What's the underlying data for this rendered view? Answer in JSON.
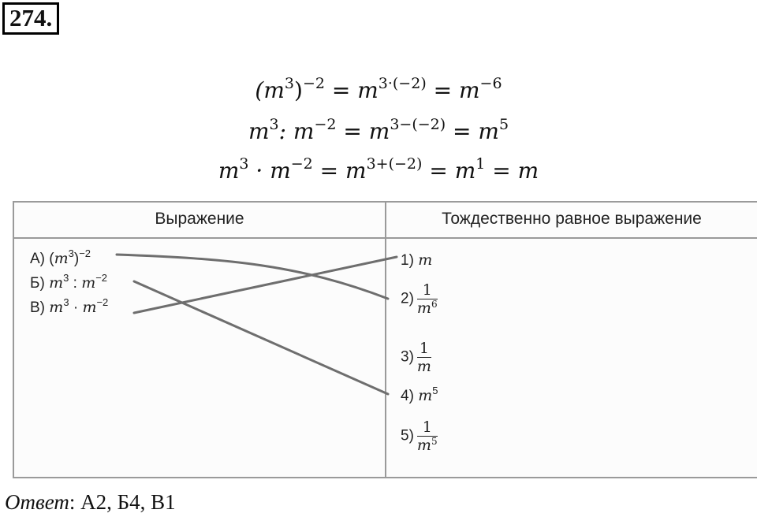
{
  "problem": {
    "number": "274."
  },
  "formulas": {
    "line1": {
      "lhs_base": "(m",
      "lhs_exp_inner": "3",
      "lhs_close": ")",
      "lhs_exp": "−2",
      "eq1": " = m",
      "mid_exp": "3·(−2)",
      "eq2": " = m",
      "rhs_exp": "−6"
    },
    "line2": {
      "a": "m",
      "a_exp": "3",
      "op": ": m",
      "b_exp": "−2",
      "eq1": " = m",
      "mid_exp": "3−(−2)",
      "eq2": " = m",
      "rhs_exp": "5"
    },
    "line3": {
      "a": "m",
      "a_exp": "3",
      "op": " · m",
      "b_exp": "−2",
      "eq1": " = m",
      "mid_exp": "3+(−2)",
      "eq2": " = m",
      "one_exp": "1",
      "eq3": " = m"
    }
  },
  "table": {
    "header_left": "Выражение",
    "header_right": "Тождественно равное выражение",
    "left_items": [
      {
        "label": "А)",
        "expr_pre": "(",
        "base": "m",
        "inner_exp": "3",
        "close": ")",
        "exp": "−2"
      },
      {
        "label": "Б)",
        "base": "m",
        "exp1": "3",
        "op": " : ",
        "base2": "m",
        "exp2": "−2"
      },
      {
        "label": "В)",
        "base": "m",
        "exp1": "3",
        "op": " · ",
        "base2": "m",
        "exp2": "−2"
      }
    ],
    "right_items": [
      {
        "label": "1)",
        "value": "m"
      },
      {
        "label": "2)",
        "num": "1",
        "den_base": "m",
        "den_exp": "6"
      },
      {
        "label": "3)",
        "num": "1",
        "den_base": "m"
      },
      {
        "label": "4)",
        "base": "m",
        "exp": "5"
      },
      {
        "label": "5)",
        "num": "1",
        "den_base": "m",
        "den_exp": "5"
      }
    ],
    "connections": [
      {
        "from": "А)",
        "to": "2)"
      },
      {
        "from": "Б)",
        "to": "4)"
      },
      {
        "from": "В)",
        "to": "1)"
      }
    ],
    "line_color": "#6e6e6e"
  },
  "answer": {
    "label": "Ответ",
    "colon": ":",
    "text": " А2, Б4, В1"
  }
}
